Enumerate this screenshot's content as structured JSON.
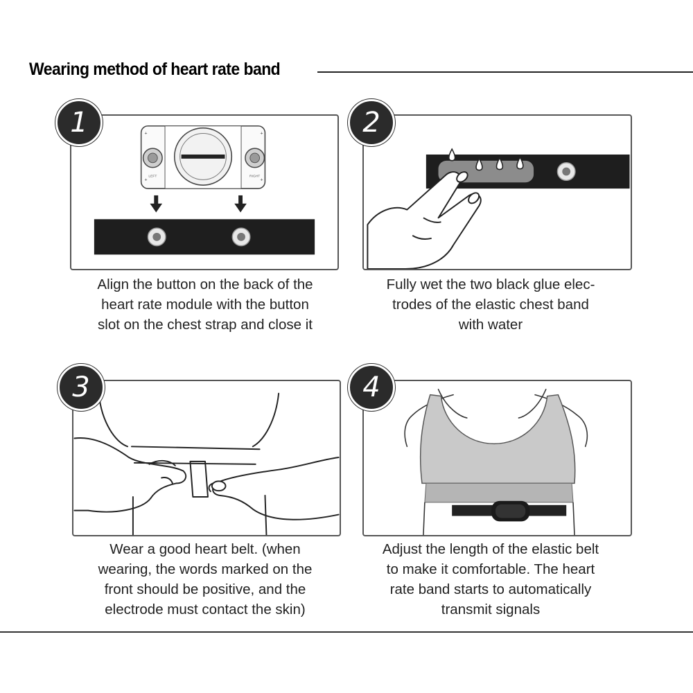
{
  "header": {
    "title": "Wearing method of heart rate band"
  },
  "steps": [
    {
      "number": "1",
      "caption": [
        "Align the button on the back of the",
        "heart rate module with the button",
        "slot on the chest strap and close it"
      ],
      "module_labels": {
        "left": "LEFT",
        "right": "RIGHT"
      }
    },
    {
      "number": "2",
      "caption": [
        "Fully wet the two black glue elec-",
        "trodes of the elastic chest band",
        "with water"
      ]
    },
    {
      "number": "3",
      "caption": [
        "Wear a good heart belt. (when",
        "wearing, the words marked on the",
        "front should be positive, and the",
        "electrode must contact the skin)"
      ]
    },
    {
      "number": "4",
      "caption": [
        "Adjust the length of the elastic belt",
        "to make it comfortable. The heart",
        "rate band starts to automatically",
        "transmit signals"
      ]
    }
  ]
}
